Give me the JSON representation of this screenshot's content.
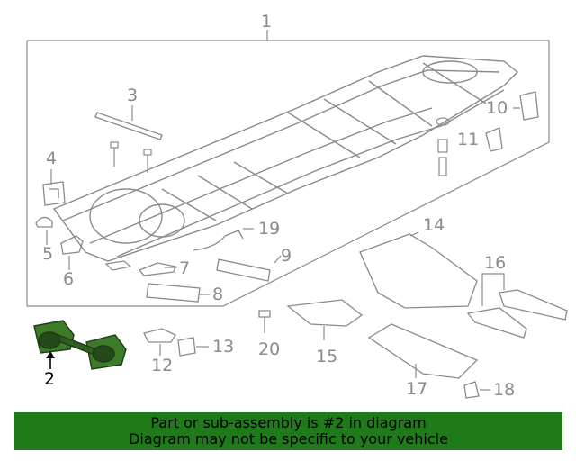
{
  "diagram": {
    "callouts": [
      {
        "id": "c1",
        "text": "1",
        "highlight": false
      },
      {
        "id": "c2",
        "text": "2",
        "highlight": true
      },
      {
        "id": "c3",
        "text": "3",
        "highlight": false
      },
      {
        "id": "c4",
        "text": "4",
        "highlight": false
      },
      {
        "id": "c5",
        "text": "5",
        "highlight": false
      },
      {
        "id": "c6",
        "text": "6",
        "highlight": false
      },
      {
        "id": "c7",
        "text": "7",
        "highlight": false
      },
      {
        "id": "c8",
        "text": "8",
        "highlight": false
      },
      {
        "id": "c9",
        "text": "9",
        "highlight": false
      },
      {
        "id": "c10",
        "text": "10",
        "highlight": false
      },
      {
        "id": "c11",
        "text": "11",
        "highlight": false
      },
      {
        "id": "c12",
        "text": "12",
        "highlight": false
      },
      {
        "id": "c13",
        "text": "13",
        "highlight": false
      },
      {
        "id": "c14",
        "text": "14",
        "highlight": false
      },
      {
        "id": "c15",
        "text": "15",
        "highlight": false
      },
      {
        "id": "c16",
        "text": "16",
        "highlight": false
      },
      {
        "id": "c17",
        "text": "17",
        "highlight": false
      },
      {
        "id": "c18",
        "text": "18",
        "highlight": false
      },
      {
        "id": "c19",
        "text": "19",
        "highlight": false
      },
      {
        "id": "c20",
        "text": "20",
        "highlight": false
      }
    ],
    "colors": {
      "line": "#8a8a8a",
      "highlight_part": "#1b3d12",
      "highlight_fill": "#3d7a2a",
      "banner": "#1f7a1a"
    }
  },
  "banner": {
    "line1": "Part or sub-assembly is #2 in diagram",
    "line2": "Diagram may not be specific to your vehicle"
  }
}
